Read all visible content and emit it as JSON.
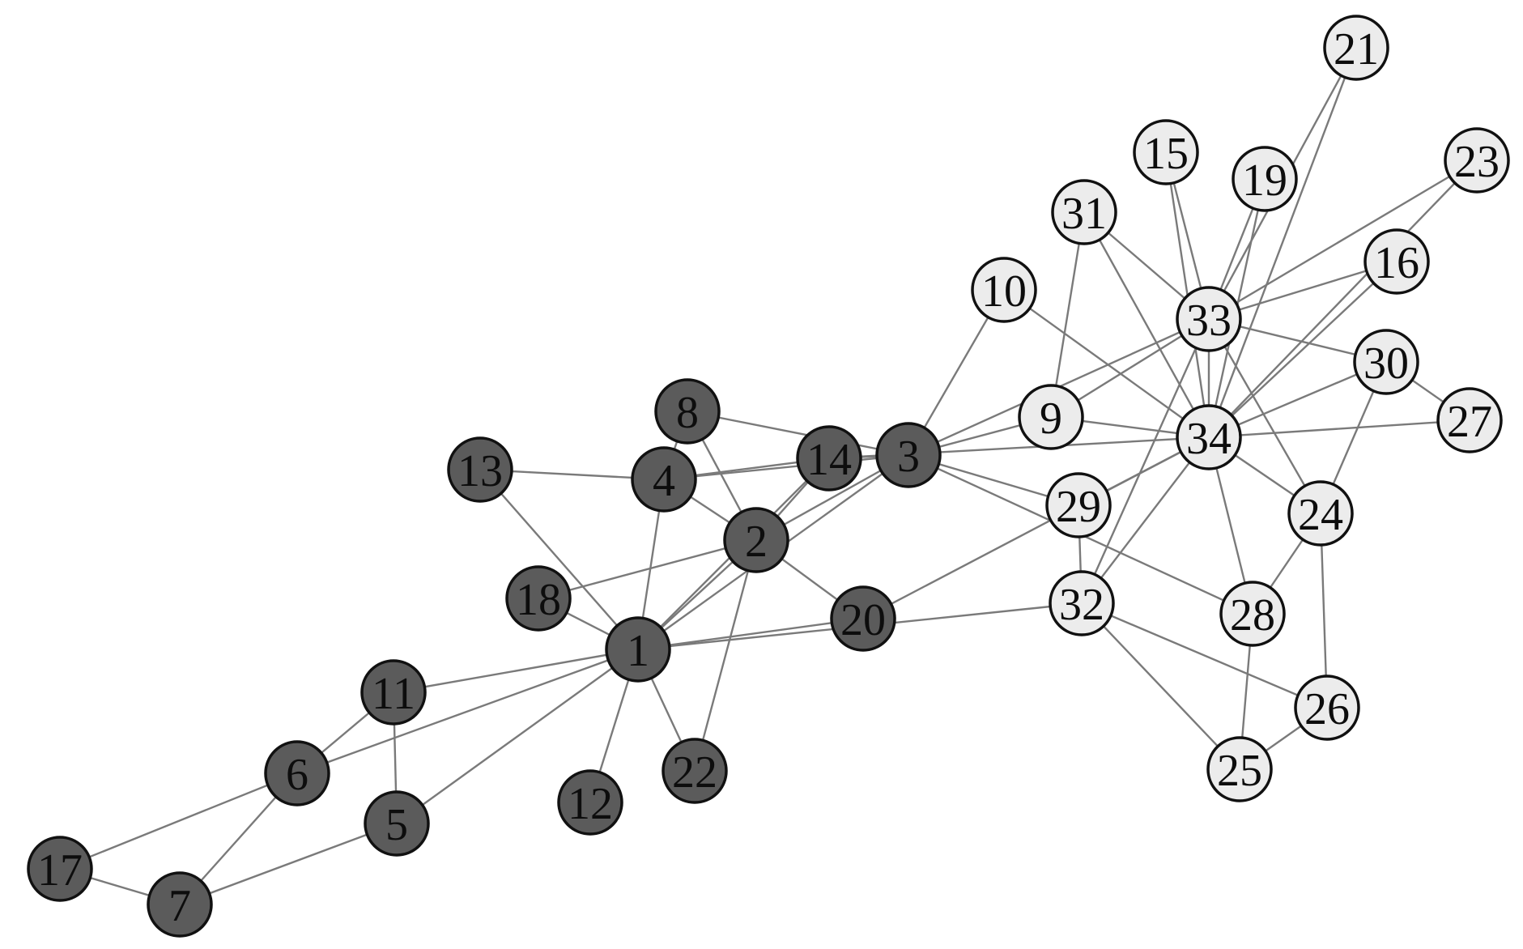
{
  "graph": {
    "groups": {
      "dark": {
        "fill": "#5b5b5b",
        "text_color": "#0d0d0d"
      },
      "light": {
        "fill": "#ececec",
        "text_color": "#0d0d0d"
      }
    },
    "nodes": [
      {
        "id": "1",
        "label": "1",
        "group": "dark"
      },
      {
        "id": "2",
        "label": "2",
        "group": "dark"
      },
      {
        "id": "3",
        "label": "3",
        "group": "dark"
      },
      {
        "id": "4",
        "label": "4",
        "group": "dark"
      },
      {
        "id": "5",
        "label": "5",
        "group": "dark"
      },
      {
        "id": "6",
        "label": "6",
        "group": "dark"
      },
      {
        "id": "7",
        "label": "7",
        "group": "dark"
      },
      {
        "id": "8",
        "label": "8",
        "group": "dark"
      },
      {
        "id": "9",
        "label": "9",
        "group": "light"
      },
      {
        "id": "10",
        "label": "10",
        "group": "light"
      },
      {
        "id": "11",
        "label": "11",
        "group": "dark"
      },
      {
        "id": "12",
        "label": "12",
        "group": "dark"
      },
      {
        "id": "13",
        "label": "13",
        "group": "dark"
      },
      {
        "id": "14",
        "label": "14",
        "group": "dark"
      },
      {
        "id": "15",
        "label": "15",
        "group": "light"
      },
      {
        "id": "16",
        "label": "16",
        "group": "light"
      },
      {
        "id": "17",
        "label": "17",
        "group": "dark"
      },
      {
        "id": "18",
        "label": "18",
        "group": "dark"
      },
      {
        "id": "19",
        "label": "19",
        "group": "light"
      },
      {
        "id": "20",
        "label": "20",
        "group": "dark"
      },
      {
        "id": "21",
        "label": "21",
        "group": "light"
      },
      {
        "id": "22",
        "label": "22",
        "group": "dark"
      },
      {
        "id": "23",
        "label": "23",
        "group": "light"
      },
      {
        "id": "24",
        "label": "24",
        "group": "light"
      },
      {
        "id": "25",
        "label": "25",
        "group": "light"
      },
      {
        "id": "26",
        "label": "26",
        "group": "light"
      },
      {
        "id": "27",
        "label": "27",
        "group": "light"
      },
      {
        "id": "28",
        "label": "28",
        "group": "light"
      },
      {
        "id": "29",
        "label": "29",
        "group": "light"
      },
      {
        "id": "30",
        "label": "30",
        "group": "light"
      },
      {
        "id": "31",
        "label": "31",
        "group": "light"
      },
      {
        "id": "32",
        "label": "32",
        "group": "light"
      },
      {
        "id": "33",
        "label": "33",
        "group": "light"
      },
      {
        "id": "34",
        "label": "34",
        "group": "light"
      }
    ],
    "edges": [
      [
        "1",
        "2"
      ],
      [
        "1",
        "3"
      ],
      [
        "1",
        "4"
      ],
      [
        "1",
        "5"
      ],
      [
        "1",
        "6"
      ],
      [
        "1",
        "11"
      ],
      [
        "1",
        "12"
      ],
      [
        "1",
        "13"
      ],
      [
        "1",
        "14"
      ],
      [
        "1",
        "18"
      ],
      [
        "1",
        "20"
      ],
      [
        "1",
        "22"
      ],
      [
        "1",
        "32"
      ],
      [
        "2",
        "3"
      ],
      [
        "2",
        "4"
      ],
      [
        "2",
        "8"
      ],
      [
        "2",
        "14"
      ],
      [
        "2",
        "18"
      ],
      [
        "2",
        "20"
      ],
      [
        "2",
        "22"
      ],
      [
        "3",
        "4"
      ],
      [
        "3",
        "8"
      ],
      [
        "3",
        "9"
      ],
      [
        "3",
        "10"
      ],
      [
        "3",
        "14"
      ],
      [
        "3",
        "28"
      ],
      [
        "3",
        "29"
      ],
      [
        "3",
        "33"
      ],
      [
        "4",
        "8"
      ],
      [
        "4",
        "13"
      ],
      [
        "4",
        "14"
      ],
      [
        "5",
        "7"
      ],
      [
        "5",
        "11"
      ],
      [
        "6",
        "7"
      ],
      [
        "6",
        "11"
      ],
      [
        "6",
        "17"
      ],
      [
        "7",
        "17"
      ],
      [
        "9",
        "31"
      ],
      [
        "9",
        "33"
      ],
      [
        "9",
        "34"
      ],
      [
        "10",
        "34"
      ],
      [
        "14",
        "34"
      ],
      [
        "15",
        "33"
      ],
      [
        "15",
        "34"
      ],
      [
        "16",
        "33"
      ],
      [
        "16",
        "34"
      ],
      [
        "19",
        "33"
      ],
      [
        "19",
        "34"
      ],
      [
        "20",
        "34"
      ],
      [
        "21",
        "33"
      ],
      [
        "21",
        "34"
      ],
      [
        "23",
        "33"
      ],
      [
        "23",
        "34"
      ],
      [
        "24",
        "26"
      ],
      [
        "24",
        "28"
      ],
      [
        "24",
        "30"
      ],
      [
        "24",
        "33"
      ],
      [
        "24",
        "34"
      ],
      [
        "25",
        "26"
      ],
      [
        "25",
        "28"
      ],
      [
        "25",
        "32"
      ],
      [
        "26",
        "32"
      ],
      [
        "27",
        "30"
      ],
      [
        "27",
        "34"
      ],
      [
        "28",
        "34"
      ],
      [
        "29",
        "32"
      ],
      [
        "29",
        "34"
      ],
      [
        "30",
        "33"
      ],
      [
        "30",
        "34"
      ],
      [
        "31",
        "33"
      ],
      [
        "31",
        "34"
      ],
      [
        "32",
        "33"
      ],
      [
        "32",
        "34"
      ],
      [
        "33",
        "34"
      ]
    ]
  }
}
